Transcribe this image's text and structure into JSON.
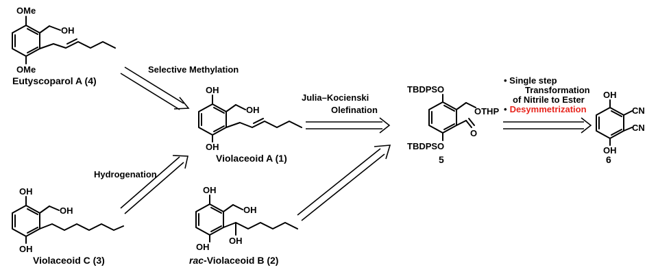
{
  "compounds": {
    "eutyscoparol": {
      "name": "Eutyscoparol A (4)",
      "oh": "OH",
      "ome_top": "OMe",
      "ome_bottom": "OMe"
    },
    "violaceoid_a": {
      "name": "Violaceoid A (1)",
      "oh_top": "OH",
      "ch2oh": "OH",
      "oh_bottom": "OH"
    },
    "violaceoid_c": {
      "name": "Violaceoid C (3)",
      "oh_top": "OH",
      "ch2oh": "OH",
      "oh_bottom": "OH"
    },
    "violaceoid_b": {
      "name_prefix": "rac",
      "name_suffix": "-Violaceoid B (2)",
      "oh_top": "OH",
      "ch2oh": "OH",
      "oh_bottom": "OH",
      "oh_side": "OH"
    },
    "compound5": {
      "number": "5",
      "tbdpso_top": "TBDPSO",
      "tbdpso_bottom": "TBDPSO",
      "othp": "OTHP",
      "aldehyde_o": "O"
    },
    "compound6": {
      "number": "6",
      "oh_top": "OH",
      "oh_bottom": "OH",
      "cn1": "CN",
      "cn2": "CN"
    }
  },
  "reactions": {
    "selective_methylation": {
      "label": "Selective Methylation",
      "color": "#2e8b57"
    },
    "hydrogenation": {
      "label": "Hydrogenation",
      "color": "#f39c12"
    },
    "julia_kocienski": {
      "line1": "Julia–Kocienski",
      "line2": "Olefination",
      "color": "#1f3fd6"
    },
    "final_step": {
      "bullet1_line1": "• Single step",
      "bullet1_line2": "Transformation",
      "bullet1_line3": "of Nitrile to Ester",
      "bullet2_bullet": "•",
      "bullet2_text": "Desymmetrization",
      "bullet2_color": "#e8251e"
    }
  }
}
